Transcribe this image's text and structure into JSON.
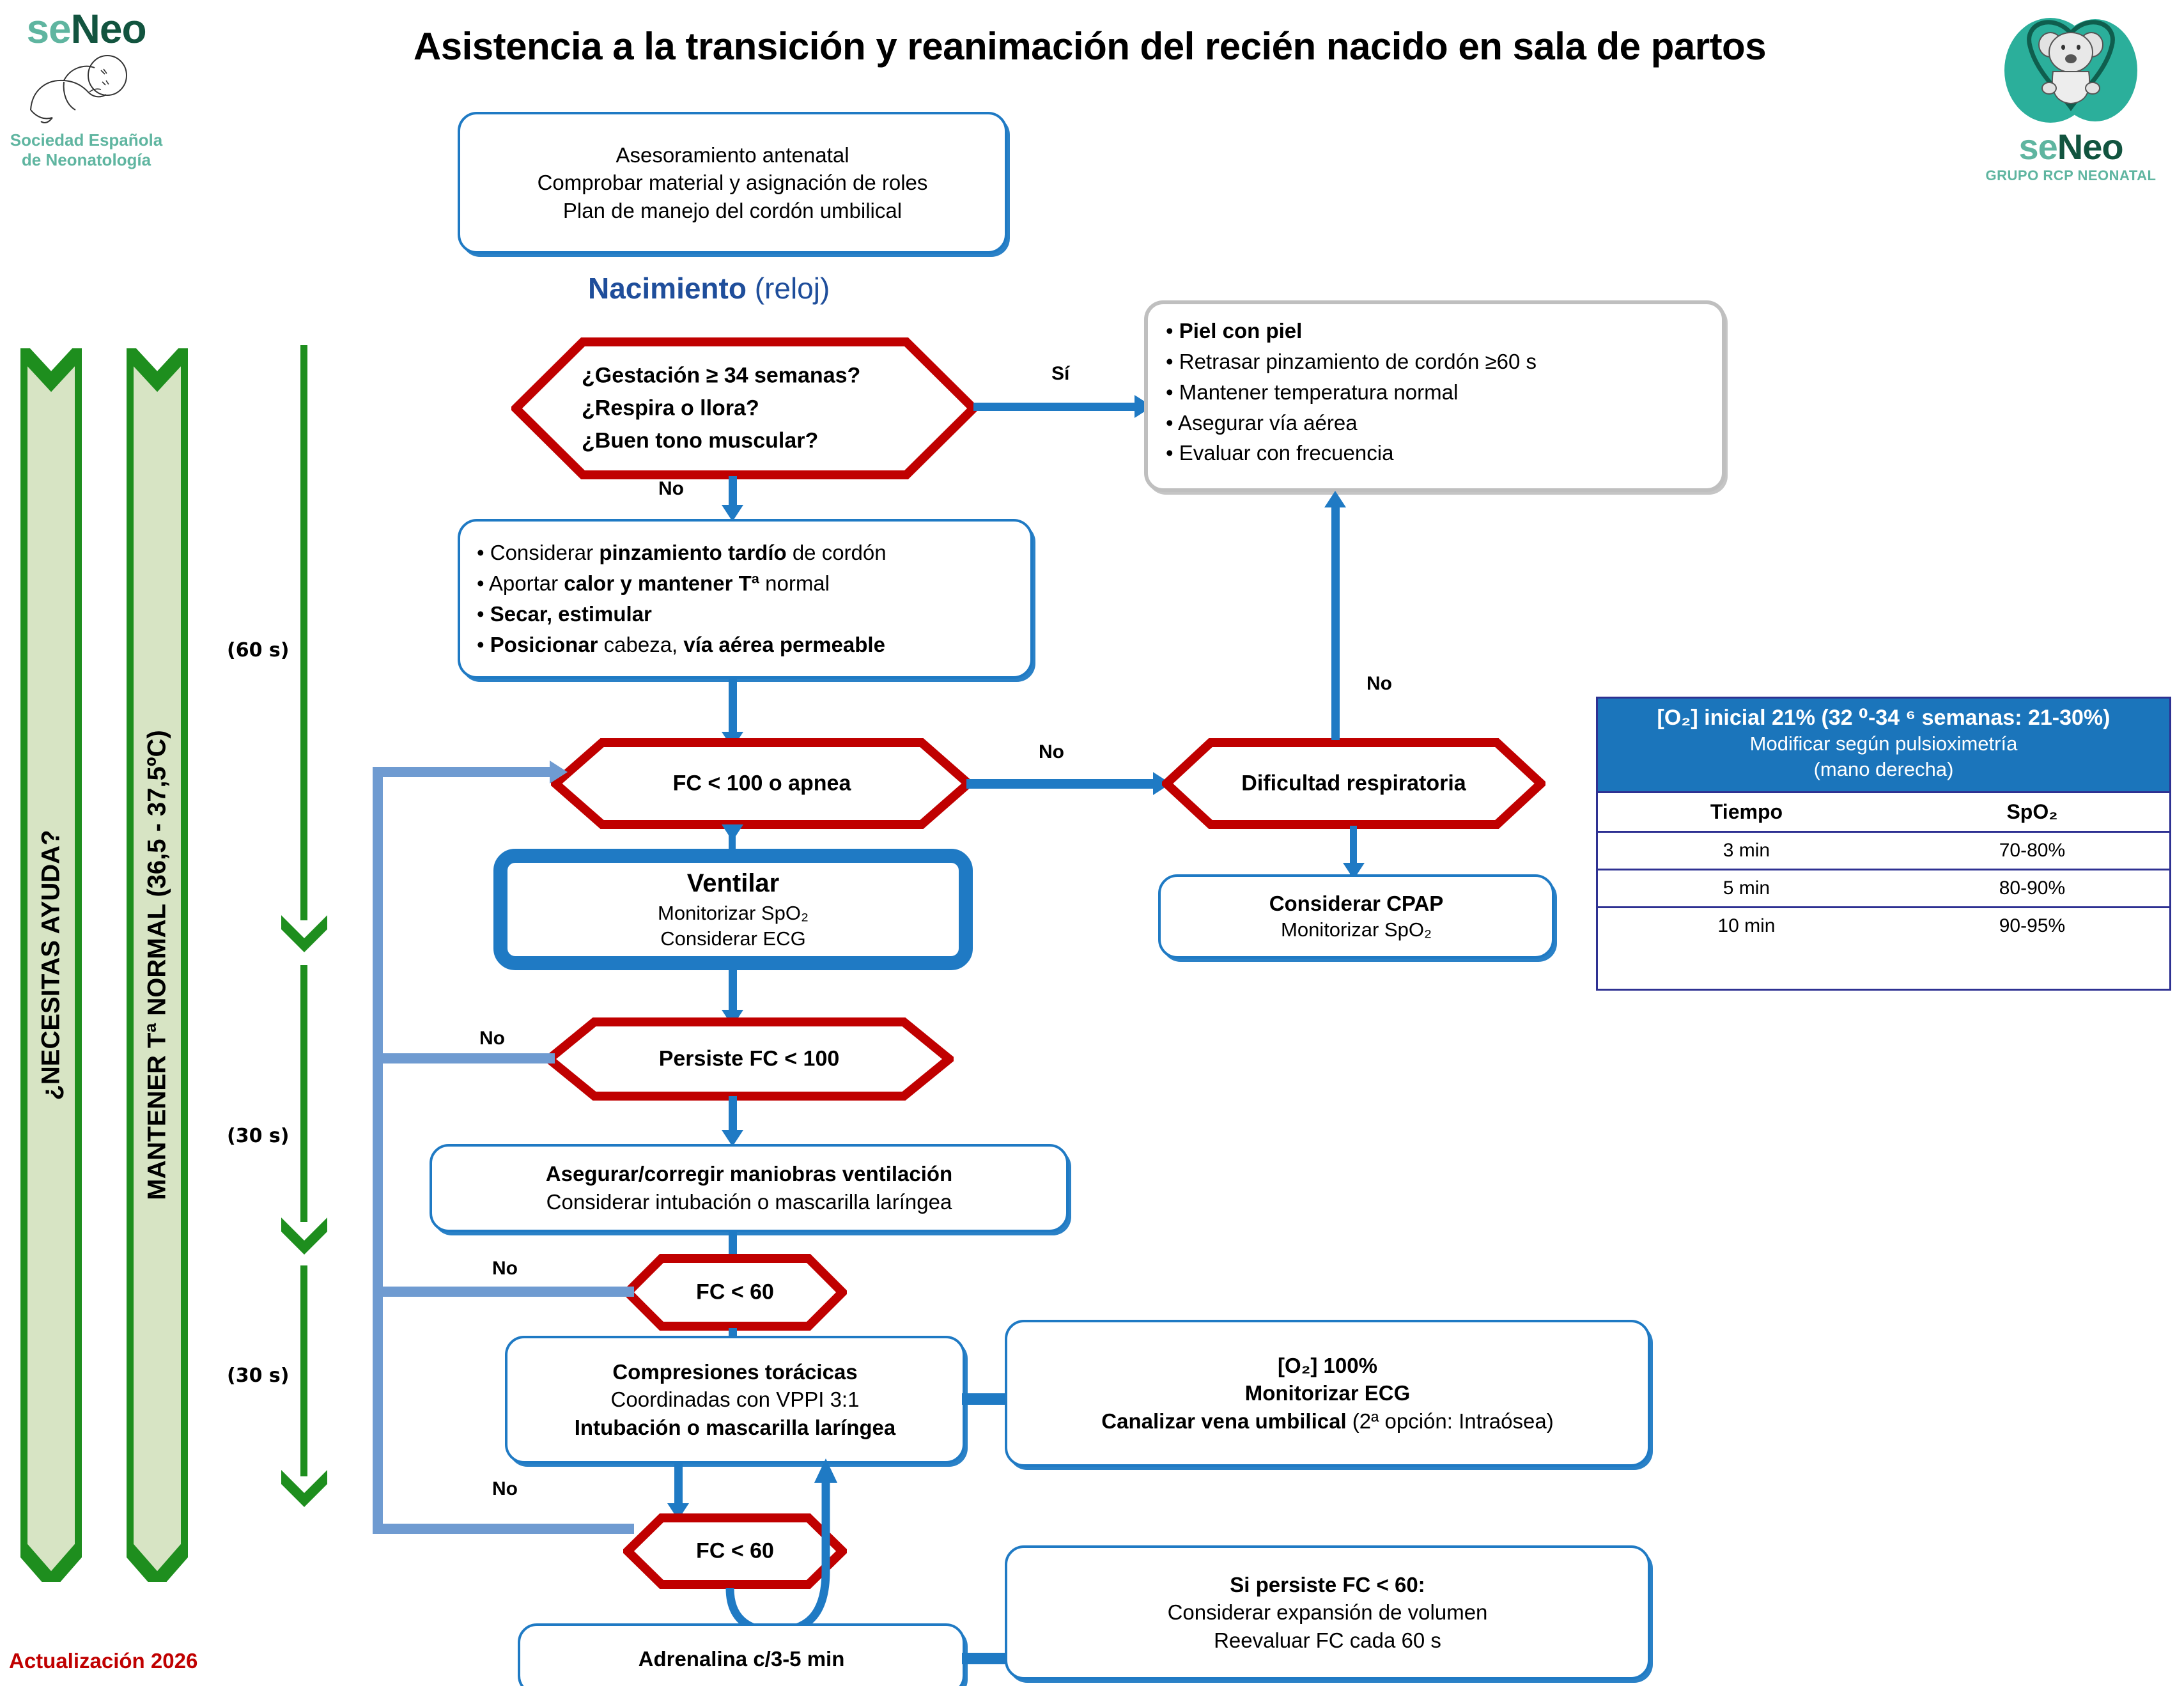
{
  "header": {
    "title": "Asistencia a la transición y reanimación del recién nacido en sala de partos",
    "update_note": "Actualización 2026"
  },
  "logo_left": {
    "word_se": "se",
    "word_neo": "Neo",
    "subtitle_line1": "Sociedad Española",
    "subtitle_line2": "de Neonatología"
  },
  "logo_right": {
    "word_se": "se",
    "word_neo": "Neo",
    "subtitle": "GRUPO RCP NEONATAL"
  },
  "banners": [
    {
      "label": "¿NECESITAS AYUDA?"
    },
    {
      "label": "MANTENER Tª NORMAL (36,5 - 37,5ºC)"
    }
  ],
  "timings": [
    {
      "label": "(60 s)"
    },
    {
      "label": "(30 s)"
    },
    {
      "label": "(30 s)"
    }
  ],
  "nodes": {
    "prep": {
      "lines": [
        "Asesoramiento antenatal",
        "Comprobar material y asignación de roles",
        "Plan de manejo del cordón umbilical"
      ]
    },
    "birth": {
      "bold": "Nacimiento",
      "light": "(reloj)"
    },
    "q_birth": {
      "lines": [
        "¿Gestación  ≥ 34 semanas?",
        "¿Respira o llora?",
        "¿Buen tono muscular?"
      ]
    },
    "skin_to_skin": {
      "bullets": [
        {
          "text": "Piel con piel",
          "bold": true
        },
        {
          "text": "Retrasar pinzamiento de cordón ≥60 s",
          "bold": false
        },
        {
          "text": "Mantener temperatura normal",
          "bold": false
        },
        {
          "text": "Asegurar vía aérea",
          "bold": false
        },
        {
          "text": "Evaluar con frecuencia",
          "bold": false
        }
      ]
    },
    "initial_steps": {
      "bullets": [
        {
          "pre": "Considerar ",
          "strong": "pinzamiento tardío",
          "post": " de cordón"
        },
        {
          "pre": "Aportar ",
          "strong": "calor y mantener Tª",
          "post": " normal"
        },
        {
          "pre": "",
          "strong": "Secar, estimular",
          "post": ""
        },
        {
          "pre": "",
          "strong": "Posicionar",
          "post": " cabeza, ",
          "strong2": "vía aérea permeable"
        }
      ]
    },
    "q_fc100": {
      "label": "FC < 100 o apnea"
    },
    "q_resp": {
      "label": "Dificultad respiratoria"
    },
    "ventilate": {
      "title": "Ventilar",
      "line2": "Monitorizar SpO₂",
      "line3": "Considerar ECG"
    },
    "cpap": {
      "title": "Considerar CPAP",
      "line2": "Monitorizar SpO₂"
    },
    "q_persist100": {
      "label": "Persiste FC < 100"
    },
    "secure_vent": {
      "title": "Asegurar/corregir maniobras ventilación",
      "line2": "Considerar  intubación o mascarilla laríngea"
    },
    "q_fc60_a": {
      "label": "FC < 60"
    },
    "compressions": {
      "title": "Compresiones torácicas",
      "line2": "Coordinadas con VPPI 3:1",
      "line3": "Intubación o mascarilla laríngea"
    },
    "o2_100": {
      "line1": "[O₂] 100%",
      "line2": "Monitorizar ECG",
      "line3_bold": "Canalizar vena umbilical ",
      "line3_light": "(2ª opción: Intraósea)"
    },
    "q_fc60_b": {
      "label": "FC < 60"
    },
    "adrenaline": {
      "label": "Adrenalina c/3-5 min"
    },
    "persist60": {
      "title": "Si persiste FC < 60:",
      "line2": "Considerar expansión de volumen",
      "line3": "Reevaluar FC cada 60 s"
    }
  },
  "edge_labels": {
    "si": "Sí",
    "no_birth": "No",
    "no_fc100": "No",
    "no_resp": "No",
    "no_persist": "No",
    "no_fc60a": "No",
    "no_fc60b": "No"
  },
  "spo2_table": {
    "header_line1": "[O₂] inicial 21% (32 ⁰-34 ⁶ semanas: 21-30%)",
    "header_line2": "Modificar según pulsioximetría",
    "header_line3": "(mano derecha)",
    "columns": [
      "Tiempo",
      "SpO₂"
    ],
    "rows": [
      [
        "3 min",
        "70-80%"
      ],
      [
        "5 min",
        "80-90%"
      ],
      [
        "10 min",
        "90-95%"
      ]
    ]
  },
  "colors": {
    "blue": "#1F7AC4",
    "red": "#C00000",
    "green": "#1E8E1E",
    "green_fill": "#D7E4C4",
    "gray": "#BFBFBF",
    "table_header": "#1B75BB",
    "table_border": "#2E3192",
    "accent_red_text": "#C00000",
    "title_blue": "#1F4E9B"
  }
}
